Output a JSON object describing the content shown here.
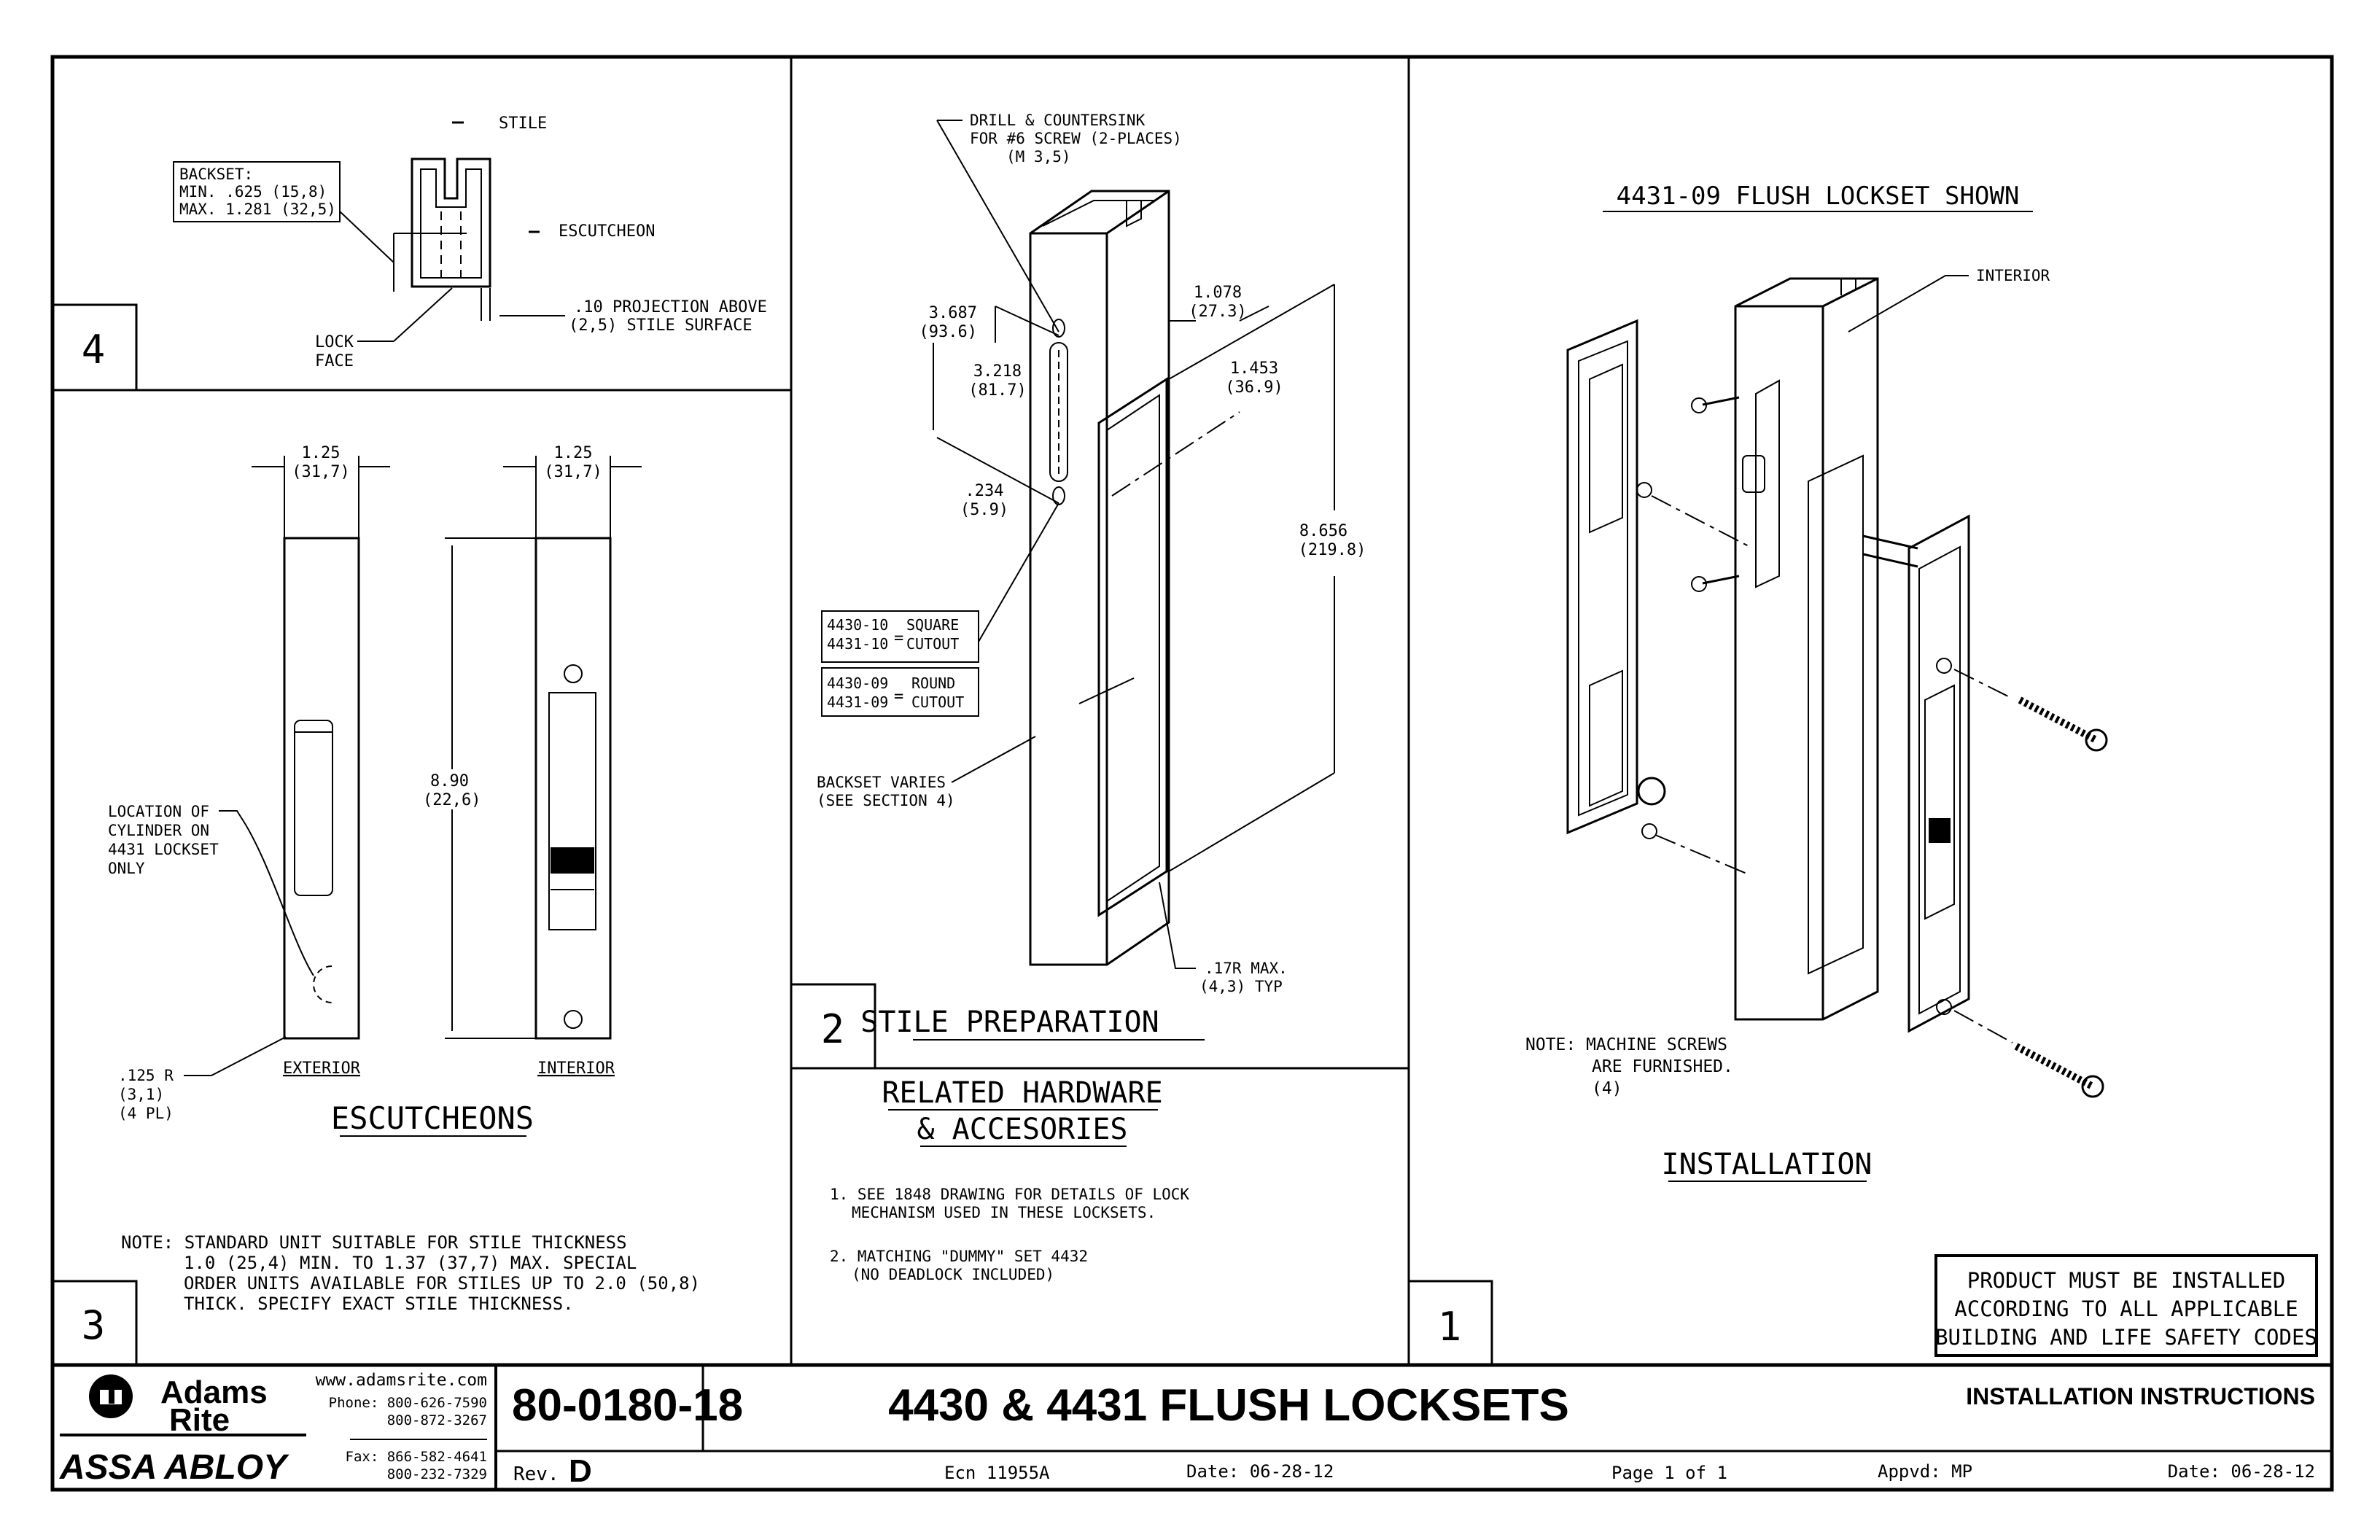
{
  "section4": {
    "number": "4",
    "stile": "STILE",
    "backset_title": "BACKSET:",
    "backset_min": "MIN. .625 (15,8)",
    "backset_max": "MAX. 1.281 (32,5)",
    "escutcheon": "ESCUTCHEON",
    "projection_1": ".10 PROJECTION ABOVE",
    "projection_2": "(2,5) STILE SURFACE",
    "lock_face_1": "LOCK",
    "lock_face_2": "FACE"
  },
  "section3": {
    "number": "3",
    "dim_width_1": "1.25",
    "dim_width_2": "(31,7)",
    "dim_width_3": "1.25",
    "dim_width_4": "(31,7)",
    "dim_height_1": "8.90",
    "dim_height_2": "(22,6)",
    "cyl_1": "LOCATION OF",
    "cyl_2": "CYLINDER ON",
    "cyl_3": "4431 LOCKSET",
    "cyl_4": "ONLY",
    "radius_1": ".125 R",
    "radius_2": "(3,1)",
    "radius_3": "(4 PL)",
    "exterior": "EXTERIOR",
    "interior": "INTERIOR",
    "title": "ESCUTCHEONS",
    "note_1": "NOTE: STANDARD UNIT SUITABLE FOR STILE THICKNESS",
    "note_2": "1.0 (25,4)  MIN. TO 1.37  (37,7)  MAX. SPECIAL",
    "note_3": "ORDER UNITS AVAILABLE FOR STILES UP TO 2.0 (50,8)",
    "note_4": "THICK. SPECIFY EXACT STILE THICKNESS."
  },
  "section2": {
    "number": "2",
    "drill_1": "DRILL & COUNTERSINK",
    "drill_2": "FOR #6 SCREW (2-PLACES)",
    "drill_3": "(M 3,5)",
    "d3687a": "3.687",
    "d3687b": "(93.6)",
    "d3218a": "3.218",
    "d3218b": "(81.7)",
    "d234a": ".234",
    "d234b": "(5.9)",
    "d1078a": "1.078",
    "d1078b": "(27.3)",
    "d1453a": "1.453",
    "d1453b": "(36.9)",
    "d8656a": "8.656",
    "d8656b": "(219.8)",
    "sq_1": "4430-10",
    "sq_2": "4431-10",
    "sq_3": "SQUARE",
    "sq_4": "CUTOUT",
    "rd_1": "4430-09",
    "rd_2": "4431-09",
    "rd_3": "ROUND",
    "rd_4": "CUTOUT",
    "backset_1": "BACKSET VARIES",
    "backset_2": "(SEE SECTION 4)",
    "radius_1": ".17R MAX.",
    "radius_2": "(4,3) TYP",
    "title": "STILE PREPARATION"
  },
  "related": {
    "title_1": "RELATED HARDWARE",
    "title_2": "& ACCESORIES",
    "item1_1": "1. SEE 1848 DRAWING FOR DETAILS OF LOCK",
    "item1_2": "MECHANISM USED IN THESE LOCKSETS.",
    "item2_1": "2. MATCHING \"DUMMY\" SET 4432",
    "item2_2": "(NO DEADLOCK INCLUDED)"
  },
  "section1": {
    "number": "1",
    "shown": "4431-09   FLUSH LOCKSET SHOWN",
    "interior": "INTERIOR",
    "note_1": "NOTE: MACHINE SCREWS",
    "note_2": "ARE FURNISHED.",
    "note_3": "(4)",
    "title": "INSTALLATION",
    "warning_1": "PRODUCT MUST BE INSTALLED",
    "warning_2": "ACCORDING TO ALL APPLICABLE",
    "warning_3": "BUILDING AND LIFE SAFETY CODES"
  },
  "titleblock": {
    "brand_1": "Adams",
    "brand_2": "Rite",
    "parent": "ASSA ABLOY",
    "web": "www.adamsrite.com",
    "phone_1": "Phone: 800-626-7590",
    "phone_2": "800-872-3267",
    "fax_1": "Fax: 866-582-4641",
    "fax_2": "800-232-7329",
    "drawing_no": "80-0180-18",
    "rev_label": "Rev.",
    "rev": "D",
    "title": "4430 & 4431 FLUSH LOCKSETS",
    "doc_type": "INSTALLATION INSTRUCTIONS",
    "ecn": "Ecn 11955A",
    "date1": "Date: 06-28-12",
    "page": "Page  1  of  1",
    "appvd": "Appvd: MP",
    "date2": "Date: 06-28-12"
  }
}
